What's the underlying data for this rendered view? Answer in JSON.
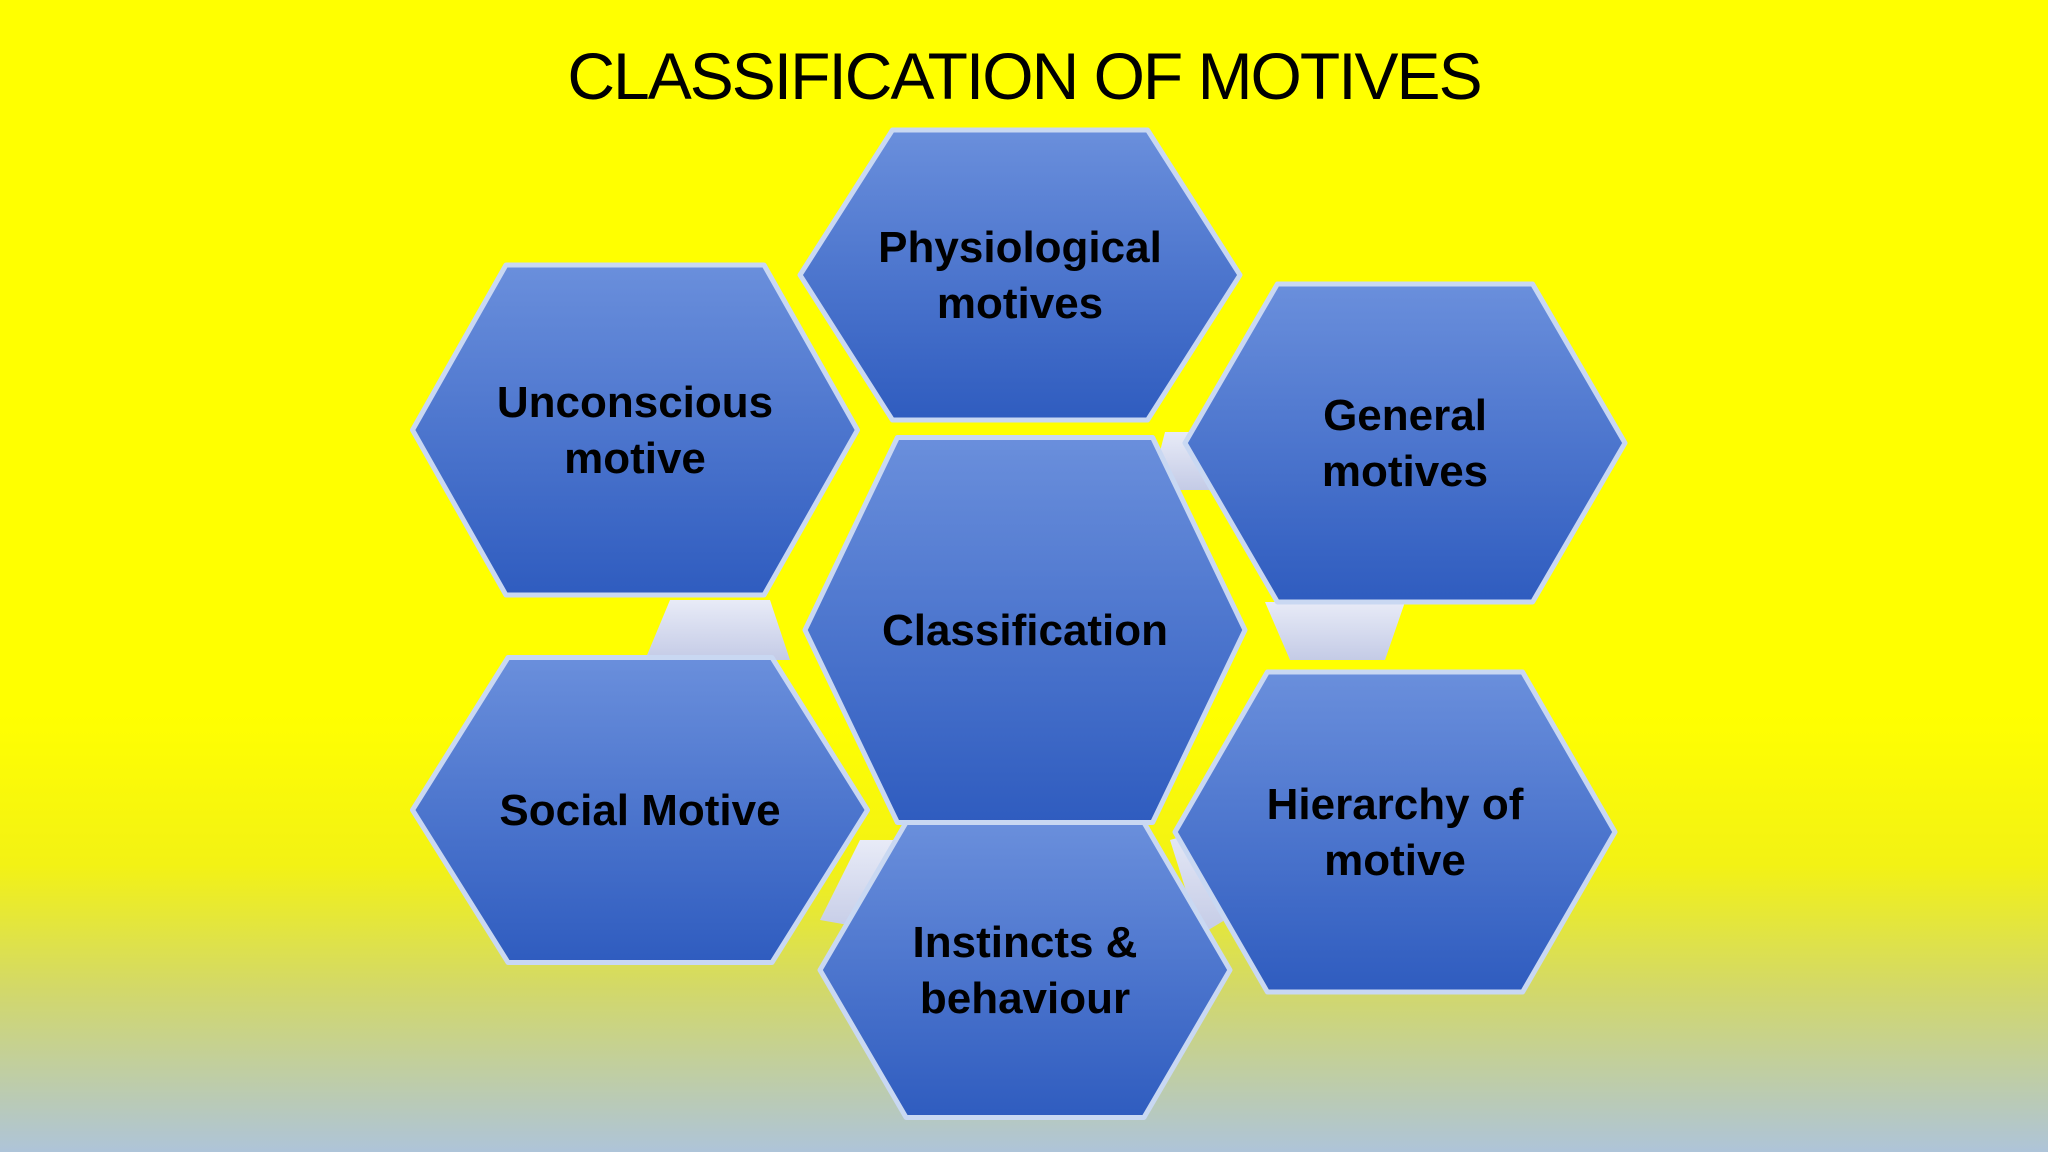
{
  "title": "CLASSIFICATION OF MOTIVES",
  "colors": {
    "background_top": "#ffff00",
    "background_bottom": "#aec4d9",
    "hexagon_fill_light": "#6a8fdc",
    "hexagon_fill_dark": "#2f5cbf",
    "hexagon_edge": "#c9d8f2",
    "connector": "#d6dbef",
    "label_text": "#000000"
  },
  "hexagons": [
    {
      "id": "center",
      "lines": [
        "Classification"
      ]
    },
    {
      "id": "top",
      "lines": [
        "Physiological",
        "motives"
      ]
    },
    {
      "id": "upper-right",
      "lines": [
        "General",
        "motives"
      ]
    },
    {
      "id": "lower-right",
      "lines": [
        "Hierarchy of",
        "motive"
      ]
    },
    {
      "id": "bottom",
      "lines": [
        "Instincts &",
        "behaviour"
      ]
    },
    {
      "id": "lower-left",
      "lines": [
        "Social Motive"
      ]
    },
    {
      "id": "upper-left",
      "lines": [
        "Unconscious",
        "motive"
      ]
    }
  ]
}
